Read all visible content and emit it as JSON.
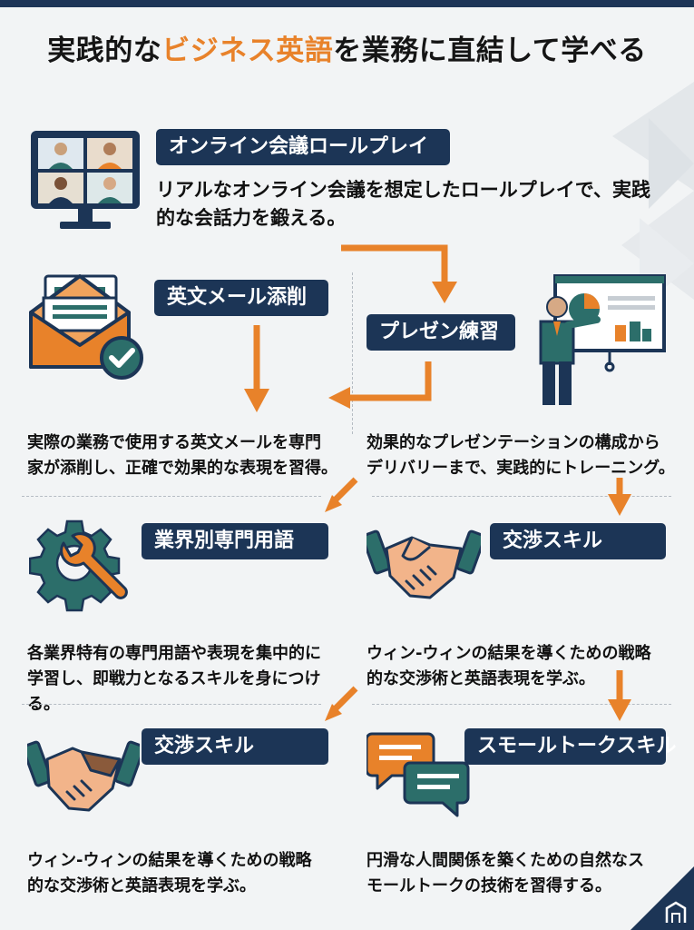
{
  "header": {
    "title_before": "実践的な",
    "title_accent": "ビジネス英語",
    "title_after": "を業務に直結して学べる"
  },
  "colors": {
    "navy": "#1c3556",
    "orange": "#e8822a",
    "teal": "#2c6e6a",
    "background": "#f2f4f5"
  },
  "sections": [
    {
      "label": "オンライン会議ロールプレイ",
      "lines": [
        "リアルなオンライン会議を想定したロールプレイで、実践",
        "的な会話力を鍛える。"
      ],
      "icon": "video-conference-icon"
    },
    {
      "label": "英文メール添削",
      "lines": [
        "実際の業務で使用する英文メールを専門",
        "家が添削し、正確で効果的な表現を習得。"
      ],
      "icon": "email-check-icon"
    },
    {
      "label": "プレゼン練習",
      "lines": [
        "効果的なプレゼンテーションの構成から",
        "デリバリーまで、実践的にトレーニング。"
      ],
      "icon": "presenter-icon"
    },
    {
      "label": "業界別専門用語",
      "lines": [
        "各業界特有の専門用語や表現を集中的に",
        "学習し、即戦力となるスキルを身につける。"
      ],
      "icon": "gear-wrench-icon"
    },
    {
      "label": "交渉スキル",
      "lines": [
        "ウィン-ウィンの結果を導くための戦略",
        "的な交渉術と英語表現を学ぶ。"
      ],
      "icon": "handshake-icon"
    },
    {
      "label": "交渉スキル",
      "lines": [
        "ウィン-ウィンの結果を導くための戦略",
        "的な交渉術と英語表現を学ぶ。"
      ],
      "icon": "handshake-icon"
    },
    {
      "label": "スモールトークスキル",
      "lines": [
        "円滑な人間関係を築くための自然なス",
        "モールトークの技術を習得する。"
      ],
      "icon": "speech-bubbles-icon"
    }
  ]
}
